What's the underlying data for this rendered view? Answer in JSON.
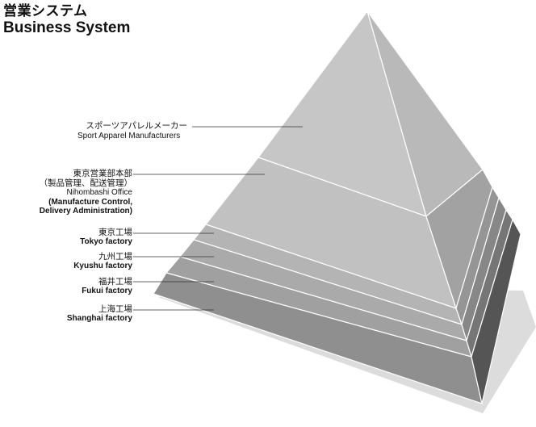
{
  "title": {
    "ja": "営業システム",
    "en": "Business System"
  },
  "layers": [
    {
      "ja": "スポーツアパレルメーカー",
      "en": [
        "Sport Apparel Manufacturers"
      ]
    },
    {
      "ja": "東京営業部本部",
      "ja2": "（製品管理、配送管理）",
      "en": [
        "Nihombashi Office",
        "(Manufacture Control,",
        "Delivery Administration)"
      ]
    },
    {
      "ja": "東京工場",
      "en": [
        "Tokyo factory"
      ]
    },
    {
      "ja": "九州工場",
      "en": [
        "Kyushu factory"
      ]
    },
    {
      "ja": "福井工場",
      "en": [
        "Fukui factory"
      ]
    },
    {
      "ja": "上海工場",
      "en": [
        "Shanghai factory"
      ]
    }
  ],
  "colors": {
    "left_face_top": "#c9c9c9",
    "right_face_top": "#a8a8a8",
    "shadow": "#dcdcdc",
    "edge": "#ffffff",
    "leader": "#333333"
  }
}
